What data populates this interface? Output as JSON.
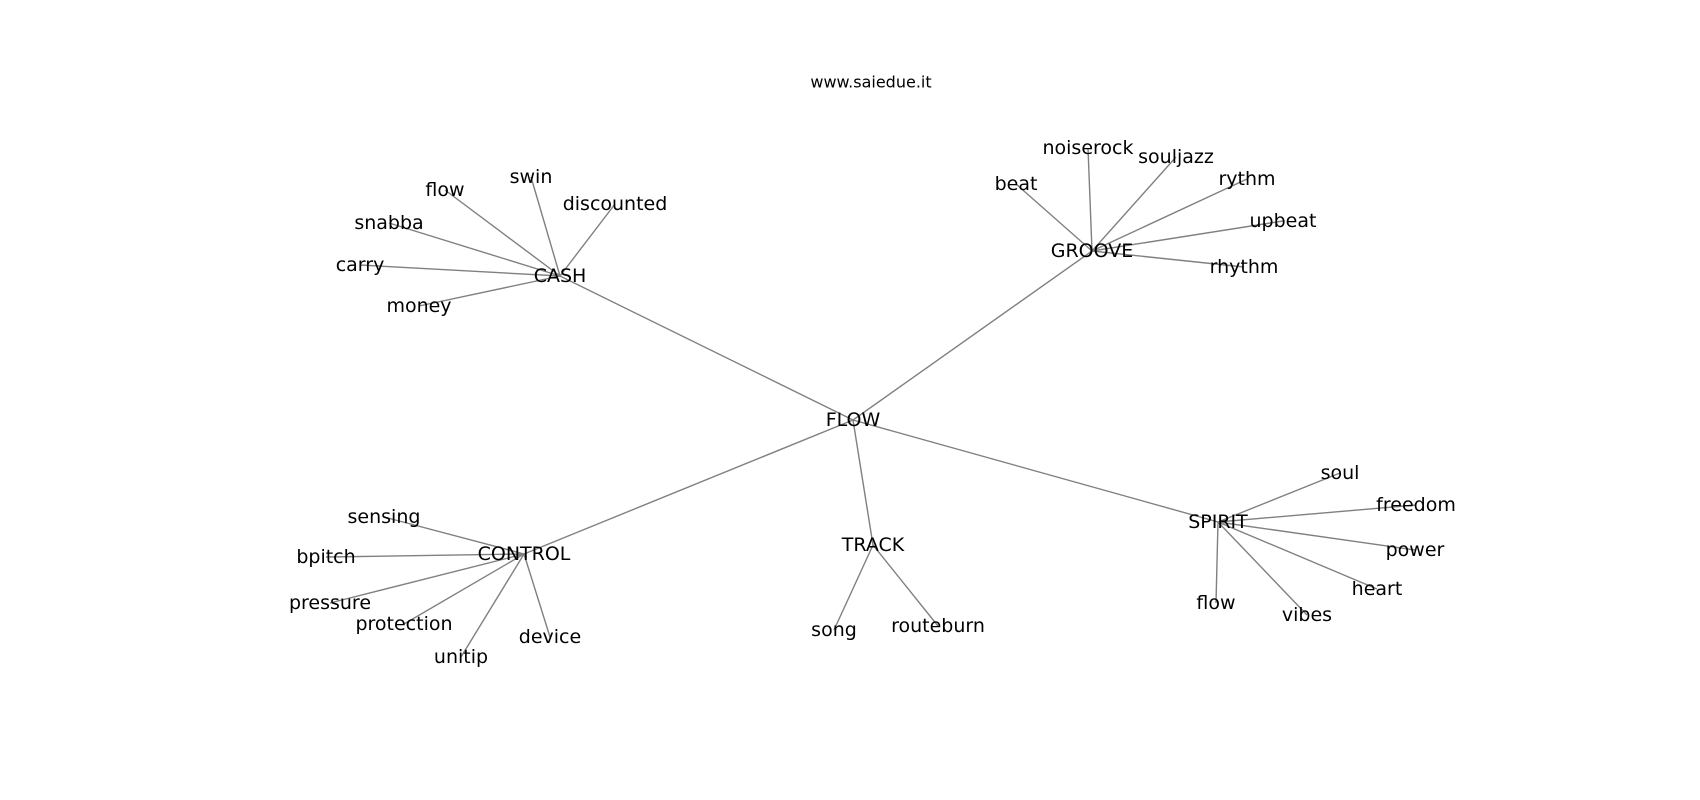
{
  "header": {
    "site": "www.saiedue.it"
  },
  "graph": {
    "root": "FLOW",
    "hubs": [
      {
        "id": "cash",
        "label": "CASH",
        "leaves": [
          "swin",
          "flow",
          "discounted",
          "snabba",
          "carry",
          "money"
        ]
      },
      {
        "id": "groove",
        "label": "GROOVE",
        "leaves": [
          "noiserock",
          "souljazz",
          "beat",
          "rythm",
          "upbeat",
          "rhythm"
        ]
      },
      {
        "id": "control",
        "label": "CONTROL",
        "leaves": [
          "sensing",
          "bpitch",
          "pressure",
          "protection",
          "unitip",
          "device"
        ]
      },
      {
        "id": "track",
        "label": "TRACK",
        "leaves": [
          "song",
          "routeburn"
        ]
      },
      {
        "id": "spirit",
        "label": "SPIRIT",
        "leaves": [
          "soul",
          "freedom",
          "power",
          "heart",
          "vibes",
          "flow"
        ]
      }
    ]
  }
}
